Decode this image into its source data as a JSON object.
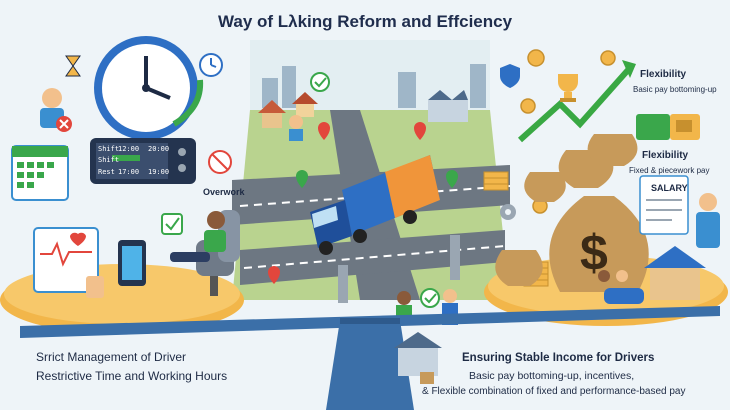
{
  "title": "Way of Lλking Reform and Effciency",
  "left": {
    "overwork_label": "Overwork",
    "shift_rows": [
      {
        "label": "Shift",
        "start": "12:00",
        "end": "20:00"
      },
      {
        "label": "Shift",
        "start": "",
        "end": ""
      },
      {
        "label": "Rest",
        "start": "17:00",
        "end": "19:00"
      }
    ],
    "caption_line1": "Srrict Management of Driver",
    "caption_line2": "Restrictive Time and Working Hours"
  },
  "right": {
    "flexibility_1": "Flexibility",
    "flexibility_1_sub": "Basic pay bottoming-up",
    "flexibility_2": "Flexibility",
    "flexibility_2_sub": "Fixed & piecework pay",
    "salary_label": "SALARY",
    "caption_line1": "Ensuring Stable Income for Drivers",
    "caption_line2": "Basic pay bottoming-up, incentives,",
    "caption_line3": "& Flexible combination of fixed and performance-based pay"
  },
  "colors": {
    "background": "#eef4f8",
    "beam": "#3b6fa8",
    "platform_left": "#f2b64a",
    "platform_right": "#f2b64a",
    "road": "#6d7782",
    "truck_blue": "#2e6fc4",
    "container_orange": "#f0953a",
    "money_bag": "#c79a5a",
    "check_green": "#3aa74b",
    "cross_red": "#e2463c",
    "arrow_green": "#39a843"
  }
}
